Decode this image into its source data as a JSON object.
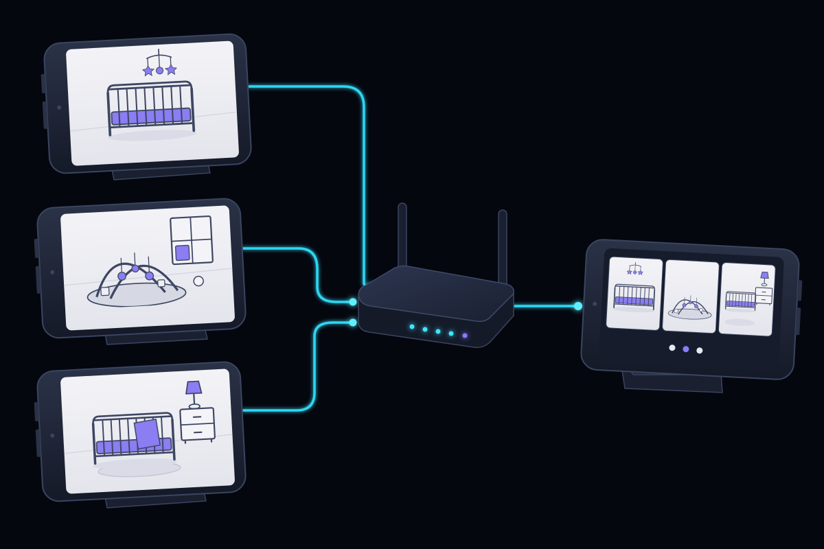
{
  "scene": {
    "background": "#05070f",
    "cameras": [
      {
        "id": "camera-1",
        "room": "crib-with-mobile"
      },
      {
        "id": "camera-2",
        "room": "play-gym-with-shelf"
      },
      {
        "id": "camera-3",
        "room": "crib-with-nightstand-lamp"
      }
    ],
    "hub": {
      "kind": "wifi-router",
      "antennas": 2,
      "status_leds": 5
    },
    "viewer": {
      "kind": "monitor-phone",
      "tiles": [
        "crib-with-mobile",
        "play-gym-with-shelf",
        "crib-with-nightstand-lamp"
      ],
      "page_dots": 3,
      "active_dot": 2
    }
  },
  "colors": {
    "link": "#2fd6f2",
    "accent": "#7c6cf0",
    "accent_light": "#b7adf7",
    "device_body": "#1d2436",
    "device_edge": "#3a4560",
    "screen": "#eeeff4",
    "line_art": "#3d4662",
    "led_cyan": "#3fe3ff",
    "led_purple": "#8a7bff"
  },
  "icons": {
    "phone": "smartphone-icon",
    "stand": "phone-stand-icon",
    "router": "router-icon",
    "crib": "crib-icon",
    "mobile": "baby-mobile-icon",
    "play_gym": "play-gym-icon",
    "shelf": "cube-shelf-icon",
    "lamp": "lamp-icon",
    "nightstand": "nightstand-icon"
  }
}
